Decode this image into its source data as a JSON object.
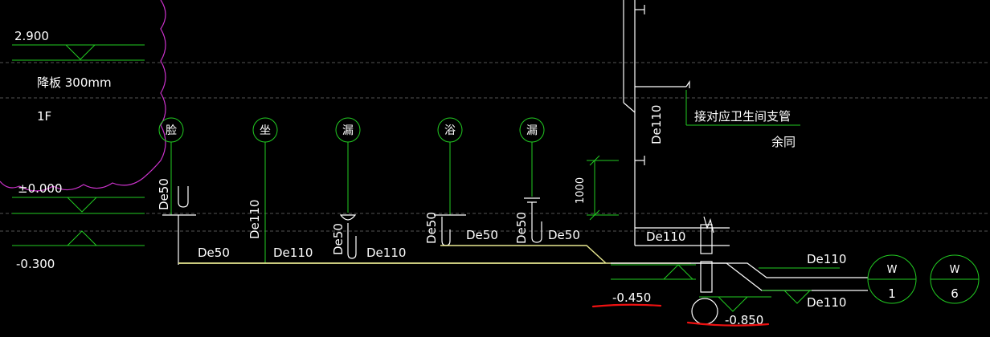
{
  "levels": {
    "top": "2.900",
    "slab_drop": "降板 300mm",
    "floor": "1F",
    "zero": "±0.000",
    "minus_300": "-0.300",
    "minus_450": "-0.450",
    "minus_850": "-0.850"
  },
  "fixtures": [
    {
      "label": "脸"
    },
    {
      "label": "坐"
    },
    {
      "label": "漏"
    },
    {
      "label": "浴"
    },
    {
      "label": "漏"
    }
  ],
  "pipes": {
    "vert_1": "De50",
    "vert_2": "De110",
    "vert_3": "De50",
    "vert_4": "De50",
    "vert_5": "De50",
    "horiz_1": "De50",
    "horiz_2": "De110",
    "horiz_3": "De110",
    "horiz_4": "De50",
    "horiz_5": "De50",
    "stack_vert": "De110",
    "stack_horiz": "De110",
    "out_upper": "De110",
    "out_lower": "De110"
  },
  "dimension": "1000",
  "notes": {
    "branch": "接对应卫生间支管",
    "others": "余同"
  },
  "wells": [
    {
      "top": "W",
      "bottom": "1"
    },
    {
      "top": "W",
      "bottom": "6"
    }
  ],
  "colors": {
    "background": "#000000",
    "green": "#22cc22",
    "white": "#ffffff",
    "yellow": "#e8e890",
    "magenta": "#cc33cc",
    "red": "#ee1111",
    "grid": "#555555"
  }
}
